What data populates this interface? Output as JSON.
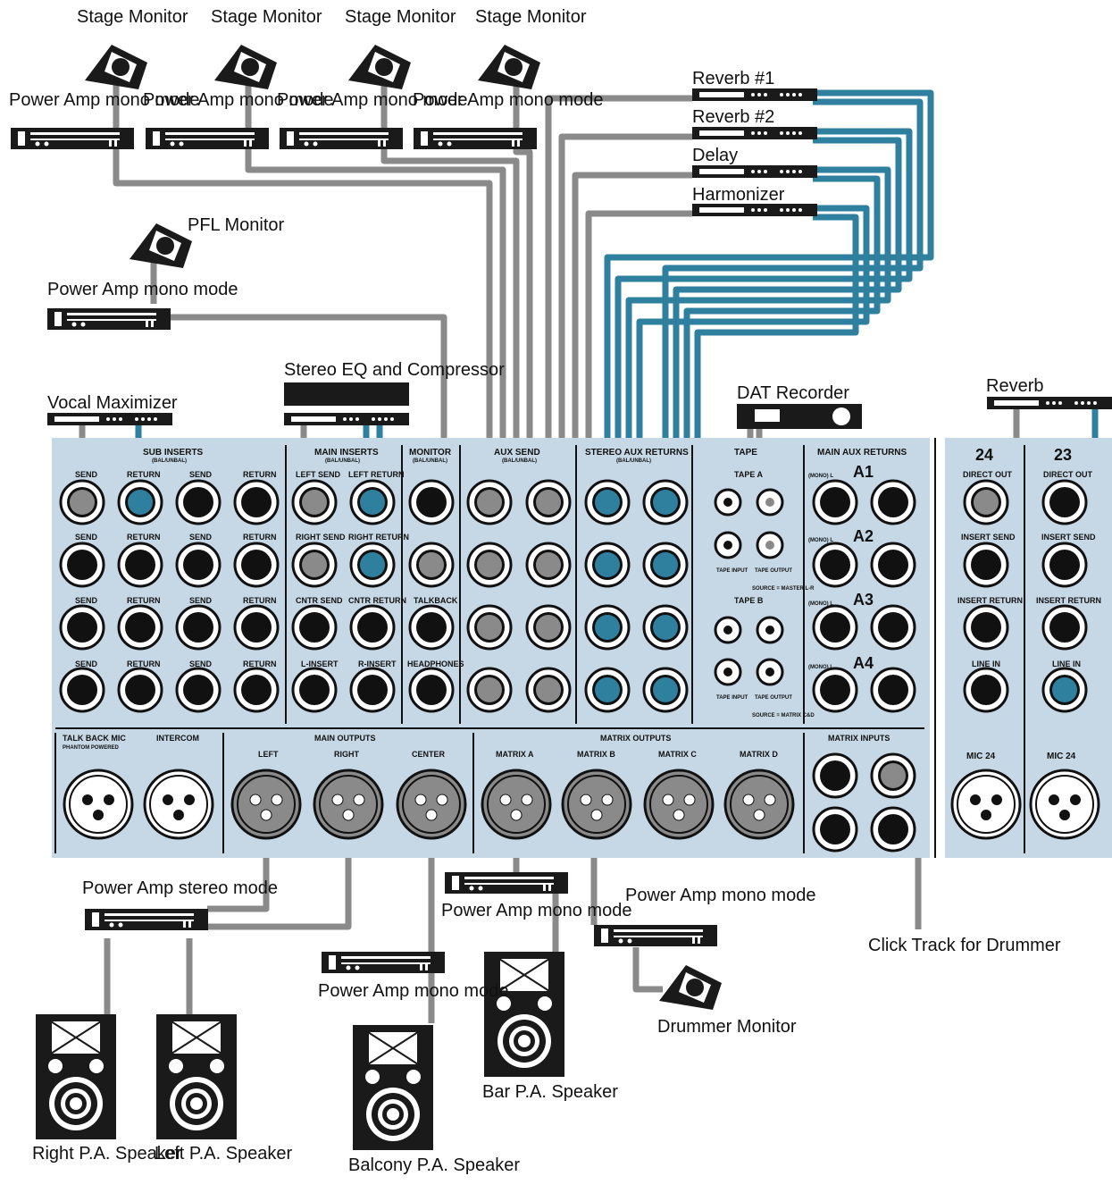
{
  "colors": {
    "panel": "#c6d8e6",
    "gray_cable": "#8a8a8a",
    "blue_cable": "#2f7f9f",
    "device": "#1a1a1a"
  },
  "devices": {
    "stage_monitor_title": "Stage Monitor",
    "power_amp_mono": "Power Amp mono mode",
    "power_amp_stereo": "Power Amp stereo mode",
    "pfl_monitor": "PFL Monitor",
    "reverb1": "Reverb #1",
    "reverb2": "Reverb #2",
    "delay": "Delay",
    "harmonizer": "Harmonizer",
    "stereo_eq": "Stereo EQ and Compressor",
    "vocal_max": "Vocal Maximizer",
    "dat": "DAT Recorder",
    "reverb": "Reverb",
    "click_track": "Click Track for Drummer",
    "drummer_monitor": "Drummer Monitor",
    "right_pa": "Right P.A. Speaker",
    "left_pa": "Left P.A. Speaker",
    "balcony_pa": "Balcony P.A. Speaker",
    "bar_pa": "Bar P.A. Speaker"
  },
  "panel": {
    "sub_inserts": "SUB INSERTS",
    "bal_unbal": "(BAL/UNBAL)",
    "main_inserts": "MAIN INSERTS",
    "monitor": "MONITOR",
    "aux_send": "AUX SEND",
    "stereo_aux_returns": "STEREO AUX RETURNS",
    "tape": "TAPE",
    "main_aux_returns": "MAIN AUX RETURNS",
    "send": "SEND",
    "return": "RETURN",
    "left_send": "LEFT SEND",
    "left_return": "LEFT RETURN",
    "right_send": "RIGHT SEND",
    "right_return": "RIGHT RETURN",
    "cntr_send": "CNTR SEND",
    "cntr_return": "CNTR RETURN",
    "talkback": "TALKBACK",
    "l_insert": "L-INSERT",
    "r_insert": "R-INSERT",
    "headphones": "HEADPHONES",
    "tape_a": "TAPE A",
    "tape_b": "TAPE B",
    "tape_input": "TAPE INPUT",
    "tape_output": "TAPE OUTPUT",
    "source_a": "SOURCE = MASTER L-R",
    "source_b": "SOURCE = MATRIX C&D",
    "mono_l": "(MONO) L",
    "direct_out": "DIRECT OUT",
    "insert_send": "INSERT SEND",
    "insert_return": "INSERT RETURN",
    "line_in": "LINE IN",
    "ch24": "24",
    "ch23": "23",
    "mic24": "MIC 24",
    "talkback_mic": "TALK BACK MIC",
    "phantom": "PHANTOM POWERED",
    "intercom": "INTERCOM",
    "main_outputs": "MAIN OUTPUTS",
    "left": "LEFT",
    "right": "RIGHT",
    "center": "CENTER",
    "matrix_outputs": "MATRIX OUTPUTS",
    "matrix_a": "MATRIX A",
    "matrix_b": "MATRIX B",
    "matrix_c": "MATRIX C",
    "matrix_d": "MATRIX D",
    "matrix_inputs": "MATRIX INPUTS",
    "a1": "A1",
    "a2": "A2",
    "a3": "A3",
    "a4": "A4"
  }
}
